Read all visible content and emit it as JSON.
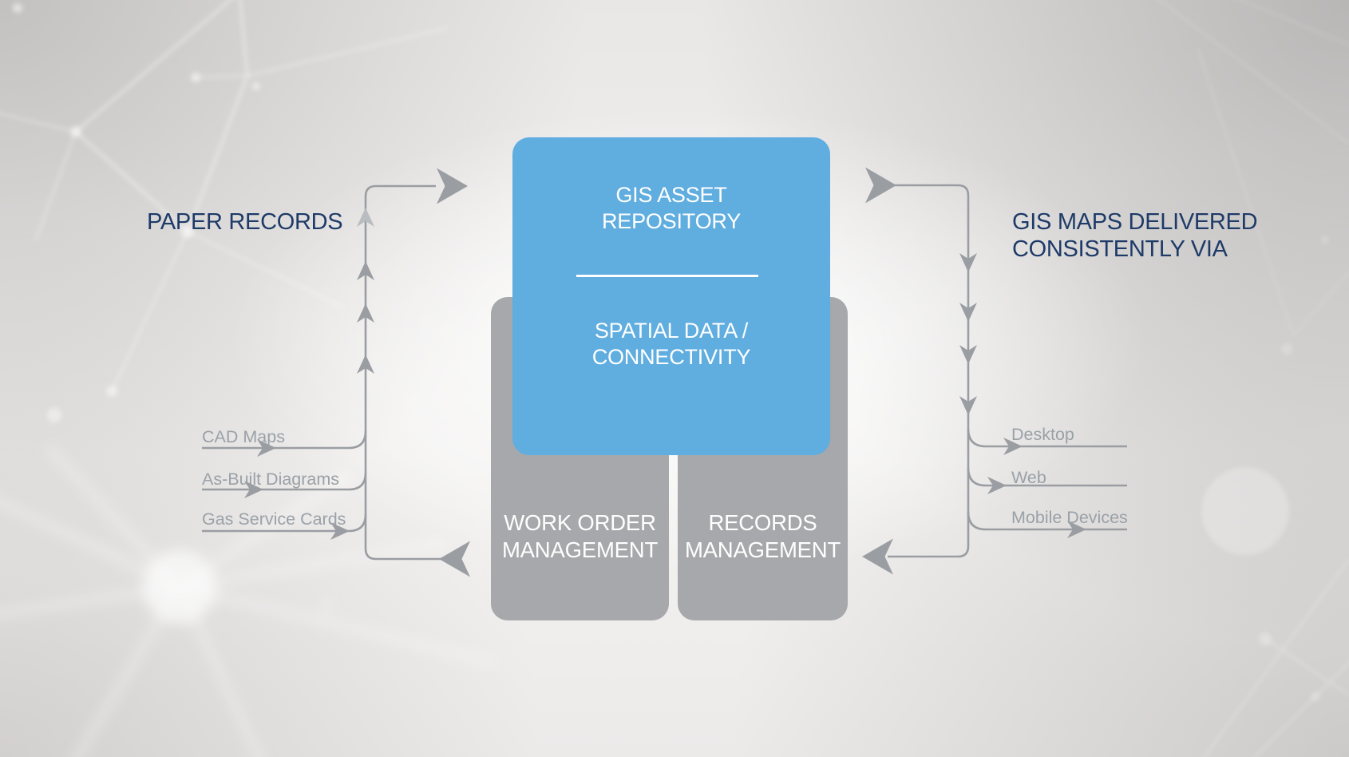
{
  "colors": {
    "accent_blue": "#60ade0",
    "box_gray": "#a6a8ab",
    "line_gray": "#9a9da2",
    "line_gray_light": "#b9bcc0",
    "title_navy": "#1e3a68",
    "item_gray": "#9aa1a7",
    "divider_white": "#ffffff"
  },
  "left": {
    "title": "PAPER RECORDS",
    "items": [
      {
        "label": "CAD Maps"
      },
      {
        "label": "As-Built Diagrams"
      },
      {
        "label": "Gas Service Cards"
      }
    ]
  },
  "center": {
    "repository": {
      "line1": "GIS ASSET",
      "line2": "REPOSITORY",
      "sub1": "SPATIAL DATA /",
      "sub2": "CONNECTIVITY"
    },
    "work_order": {
      "line1": "WORK ORDER",
      "line2": "MANAGEMENT"
    },
    "records": {
      "line1": "RECORDS",
      "line2": "MANAGEMENT"
    }
  },
  "right": {
    "title_line1": "GIS MAPS DELIVERED",
    "title_line2": "CONSISTENTLY VIA",
    "items": [
      {
        "label": "Desktop"
      },
      {
        "label": "Web"
      },
      {
        "label": "Mobile Devices"
      }
    ]
  }
}
